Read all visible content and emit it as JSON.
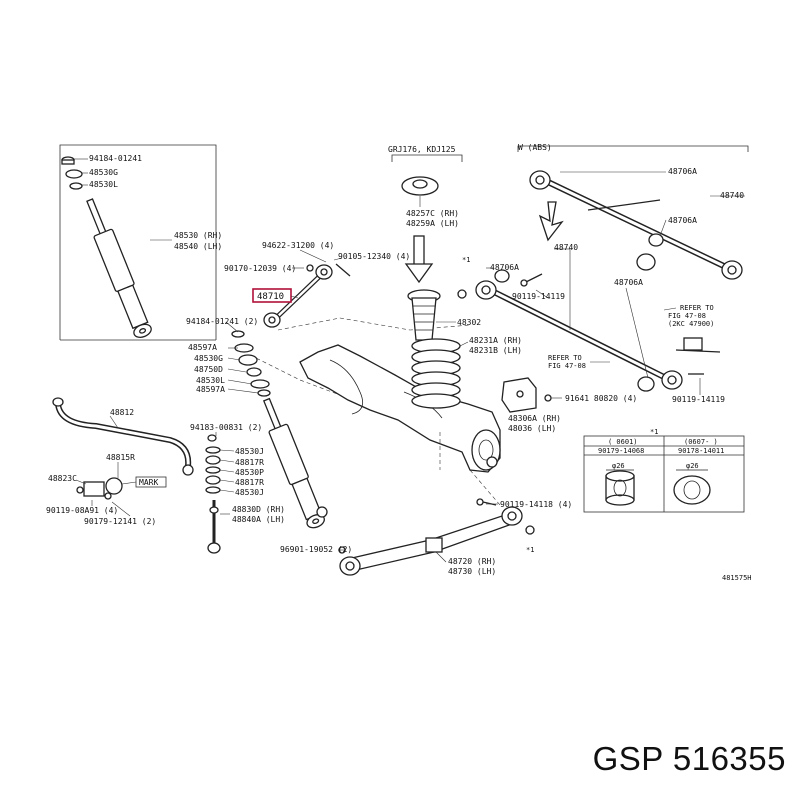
{
  "brand_text": "GSP 516355",
  "highlighted_part": "48710",
  "labels": {
    "l_94184_01241_top": "94184-01241",
    "l_48530G": "48530G",
    "l_48530L_top": "48530L",
    "l_48530RH": "48530 (RH)",
    "l_48540LH": "48540 (LH)",
    "l_94622": "94622-31200 (4)",
    "l_90170": "90170-12039 (4)",
    "l_90105": "90105-12340 (4)",
    "l_48710": "48710",
    "l_94184_01241_mid": "94184-01241 (2)",
    "l_48597A_a": "48597A",
    "l_48530G_mid": "48530G",
    "l_48750D": "48750D",
    "l_48530L_mid": "48530L",
    "l_48597A_b": "48597A",
    "l_grj": "GRJ176, KDJ125",
    "l_48257C": "48257C (RH)",
    "l_48259A": "48259A (LH)",
    "l_48302": "48302",
    "l_48231A": "48231A (RH)",
    "l_48231B": "48231B (LH)",
    "l_wabs": "W (ABS)",
    "l_48706A_1": "48706A",
    "l_48740_1": "48740",
    "l_48706A_2": "48706A",
    "l_48740_2": "48740",
    "l_48706A_3": "48706A",
    "l_star1": "*1",
    "l_90119_14119_a": "90119-14119",
    "l_48706A_4": "48706A",
    "l_refer1": "REFER TO",
    "l_fig1": "FIG 47-08",
    "l_refer2": "REFER TO",
    "l_fig2": "FIG 47-08",
    "l_2kc": "(2KC 47900)",
    "l_91641": "91641 80820 (4)",
    "l_90119_14119_b": "90119-14119",
    "l_48306A": "48306A (RH)",
    "l_48036": "48036 (LH)",
    "l_tbl_star": "*1",
    "l_tbl_c1": "( 0601)",
    "l_tbl_c2": "(0607- )",
    "l_tbl_p1": "90179-14068",
    "l_tbl_p2": "90178-14011",
    "l_tbl_d1": "26",
    "l_tbl_d2": "26",
    "l_48812": "48812",
    "l_94183": "94183-00831 (2)",
    "l_48815R": "48815R",
    "l_48530J_a": "48530J",
    "l_48817R_a": "48817R",
    "l_48530P": "48530P",
    "l_48817R_b": "48817R",
    "l_48530J_b": "48530J",
    "l_48823C": "48823C",
    "l_mark": "MARK",
    "l_90119_08a91": "90119-08A91 (4)",
    "l_90179_12141": "90179-12141 (2)",
    "l_48830D": "48830D (RH)",
    "l_48840A": "48840A (LH)",
    "l_96901": "96901-19052 (2)",
    "l_90119_14118": "90119-14118 (4)",
    "l_48720": "48720 (RH)",
    "l_48730": "48730 (LH)",
    "l_star2": "*1",
    "l_footer": "481575H"
  },
  "icon_names": [
    "shock-absorber-icon",
    "coil-spring-icon",
    "stabilizer-bar-icon",
    "control-arm-icon",
    "bushing-icon",
    "bolt-icon"
  ]
}
